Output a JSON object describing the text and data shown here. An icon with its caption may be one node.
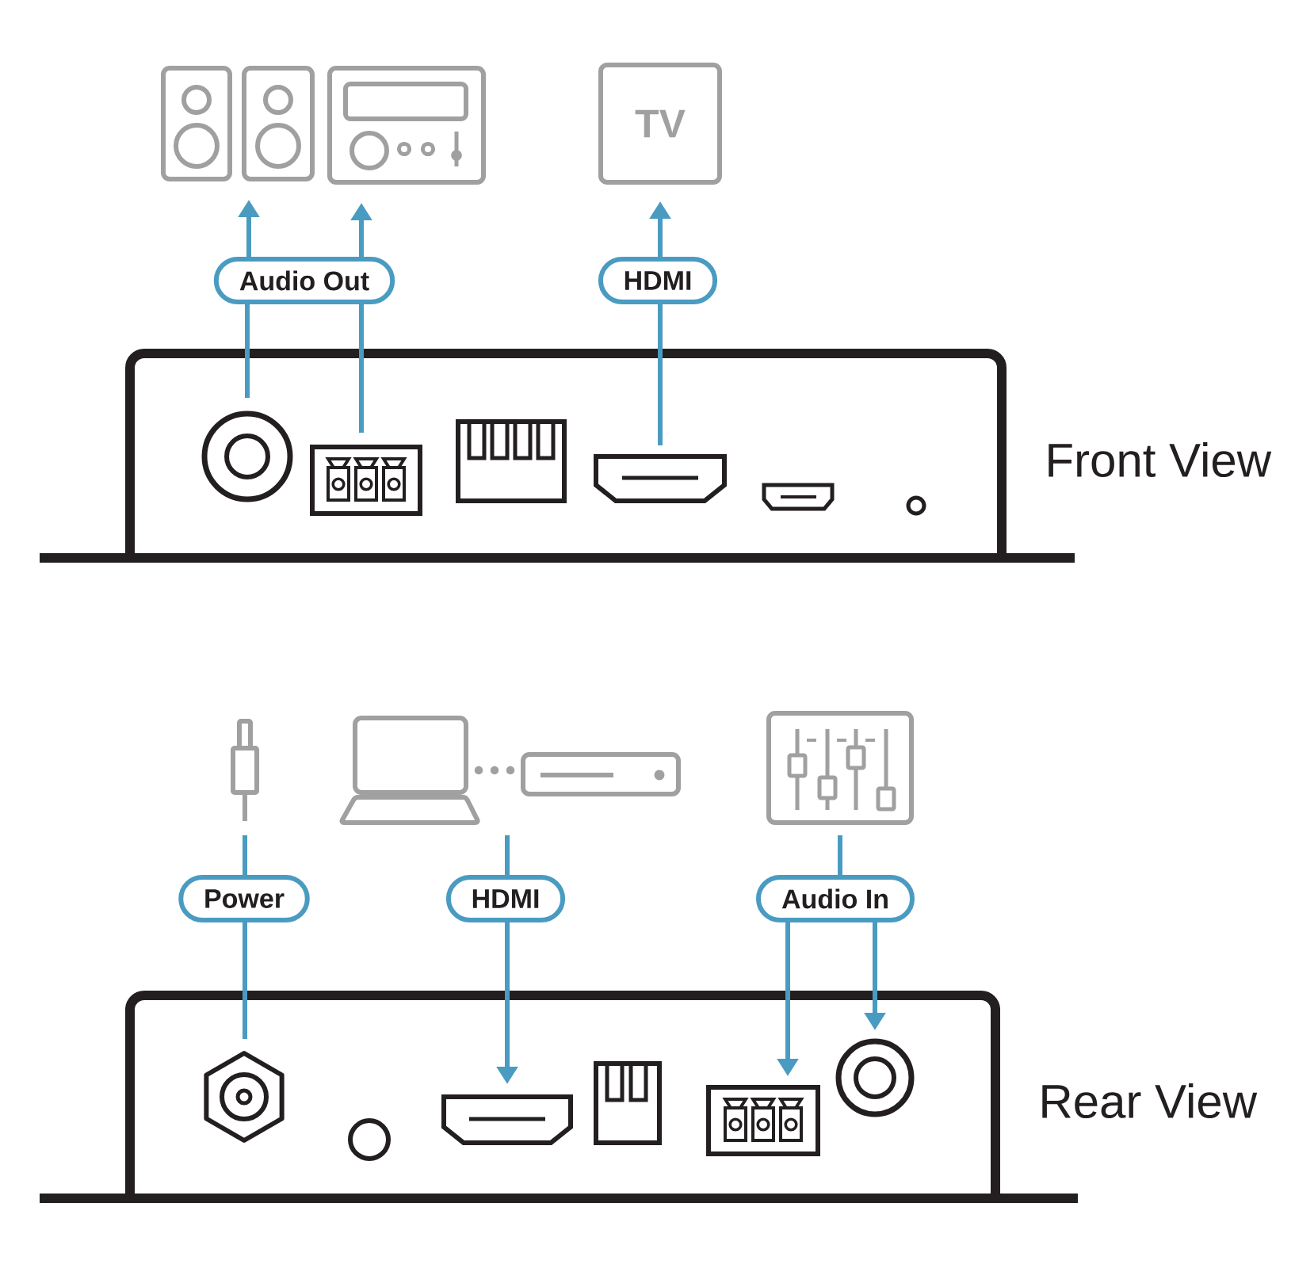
{
  "diagram": {
    "nodes": [
      {
        "text": [],
        "shape": "picture"
      },
      {
        "text": [],
        "shape": "picture"
      },
      {
        "text": [
          "TV"
        ]
      },
      {
        "text": [
          "Audio Out"
        ]
      },
      {
        "text": [],
        "shape": "box",
        "beside": [
          "Front View"
        ]
      },
      {
        "text": [],
        "shape": "circle",
        "in": 4
      },
      {
        "text": [],
        "shape": "picture",
        "in": 4
      },
      {
        "text": [],
        "shape": "picture",
        "in": 4
      },
      {
        "text": [],
        "shape": "picture"
      },
      {
        "text": [],
        "shape": "picture"
      },
      {
        "text": [],
        "shape": "picture"
      },
      {
        "text": [
          "Audio In"
        ]
      },
      {
        "text": [],
        "shape": "box",
        "beside": [
          "Rear View"
        ]
      },
      {
        "text": [],
        "shape": "hexagon",
        "in": 12
      },
      {
        "text": [],
        "shape": "picture",
        "in": 12
      },
      {
        "text": [],
        "shape": "picture",
        "in": 12
      },
      {
        "text": [],
        "shape": "circle",
        "in": 12
      }
    ],
    "edges": [
      {
        "from": 5,
        "to": 3,
        "arrow": "none"
      },
      {
        "from": 3,
        "to": 0,
        "arrow": "to"
      },
      {
        "from": 6,
        "to": 3,
        "arrow": "none"
      },
      {
        "from": 3,
        "to": 1,
        "arrow": "to"
      },
      {
        "from": 7,
        "to": 2,
        "arrow": "to",
        "label": "HDMI"
      },
      {
        "from": 8,
        "to": 13,
        "arrow": "none",
        "label": "Power"
      },
      {
        "from": 9,
        "to": 14,
        "arrow": "to",
        "label": "HDMI"
      },
      {
        "from": 10,
        "to": 11,
        "arrow": "none"
      },
      {
        "from": 11,
        "to": 15,
        "arrow": "to"
      },
      {
        "from": 11,
        "to": 16,
        "arrow": "to"
      }
    ]
  }
}
